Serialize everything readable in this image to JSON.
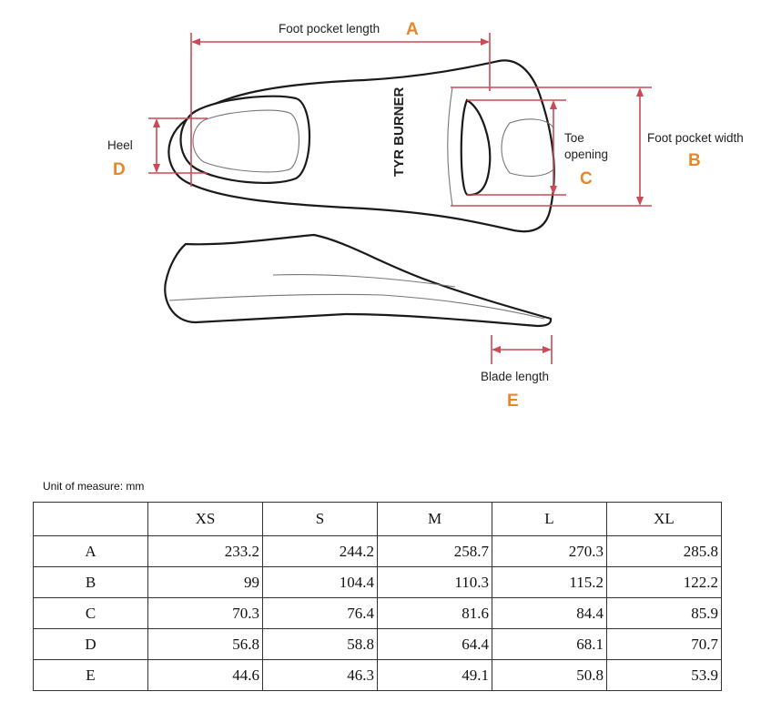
{
  "diagram": {
    "foot_pocket_length": {
      "label": "Foot pocket length",
      "letter": "A"
    },
    "foot_pocket_width": {
      "label": "Foot pocket width",
      "letter": "B"
    },
    "toe_opening": {
      "label_line1": "Toe",
      "label_line2": "opening",
      "letter": "C"
    },
    "heel": {
      "label": "Heel",
      "letter": "D"
    },
    "blade_length": {
      "label": "Blade length",
      "letter": "E"
    },
    "logo_text": "TYR BURNER",
    "colors": {
      "dimension_line": "#cc4a55",
      "letter_accent": "#e8862a"
    }
  },
  "unit_note": "Unit of measure: mm",
  "table": {
    "columns": [
      "XS",
      "S",
      "M",
      "L",
      "XL"
    ],
    "rows": [
      {
        "label": "A",
        "values": [
          "233.2",
          "244.2",
          "258.7",
          "270.3",
          "285.8"
        ]
      },
      {
        "label": "B",
        "values": [
          "99",
          "104.4",
          "110.3",
          "115.2",
          "122.2"
        ]
      },
      {
        "label": "C",
        "values": [
          "70.3",
          "76.4",
          "81.6",
          "84.4",
          "85.9"
        ]
      },
      {
        "label": "D",
        "values": [
          "56.8",
          "58.8",
          "64.4",
          "68.1",
          "70.7"
        ]
      },
      {
        "label": "E",
        "values": [
          "44.6",
          "46.3",
          "49.1",
          "50.8",
          "53.9"
        ]
      }
    ]
  }
}
